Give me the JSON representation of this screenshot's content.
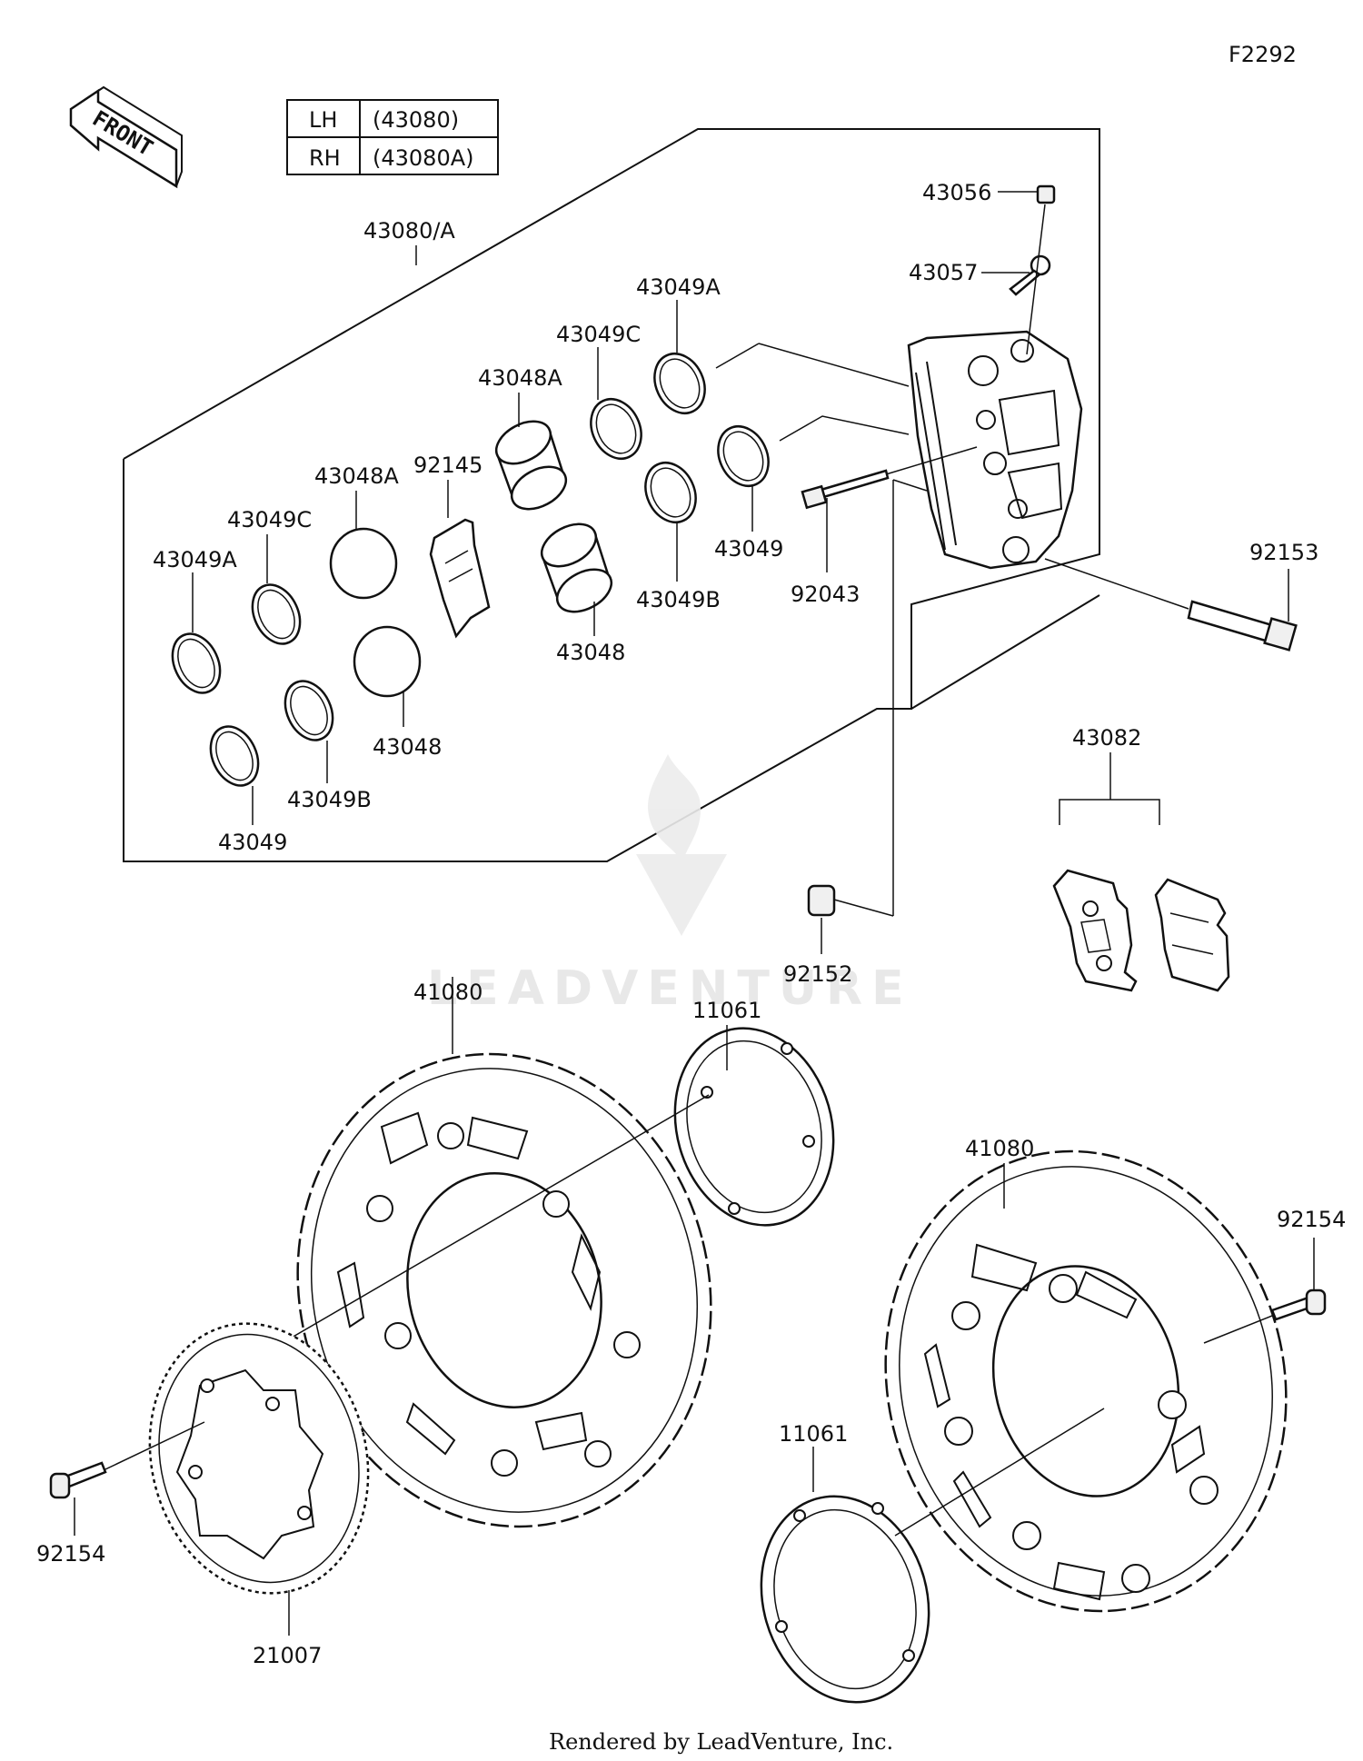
{
  "diagram_code": "F2292",
  "front_label": "FRONT",
  "assembly_table": [
    {
      "side": "LH",
      "part": "(43080)"
    },
    {
      "side": "RH",
      "part": "(43080A)"
    }
  ],
  "watermark": "LEADVENTURE",
  "footer": "Rendered by LeadVenture, Inc.",
  "labels": {
    "assembly": "43080/A",
    "bleeder_cap": "43056",
    "bleeder_valve": "43057",
    "seal_a_top": "43049A",
    "seal_c_top": "43049C",
    "piston_a_top": "43048A",
    "pad_spring": "92145",
    "piston_a_left": "43048A",
    "seal_c_left": "43049C",
    "seal_a_left": "43049A",
    "piston_right": "43048",
    "seal_b_right": "43049B",
    "seal_right": "43049",
    "pad_pin": "92043",
    "caliper_bolt": "92153",
    "piston_left": "43048",
    "seal_b_left": "43049B",
    "seal_left": "43049",
    "pad_set": "43082",
    "collar": "92152",
    "disc_left": "41080",
    "shim_left": "11061",
    "disc_right": "41080",
    "disc_bolt_right": "92154",
    "shim_right": "11061",
    "disc_bolt_left": "92154",
    "sensor_rotor": "21007"
  }
}
